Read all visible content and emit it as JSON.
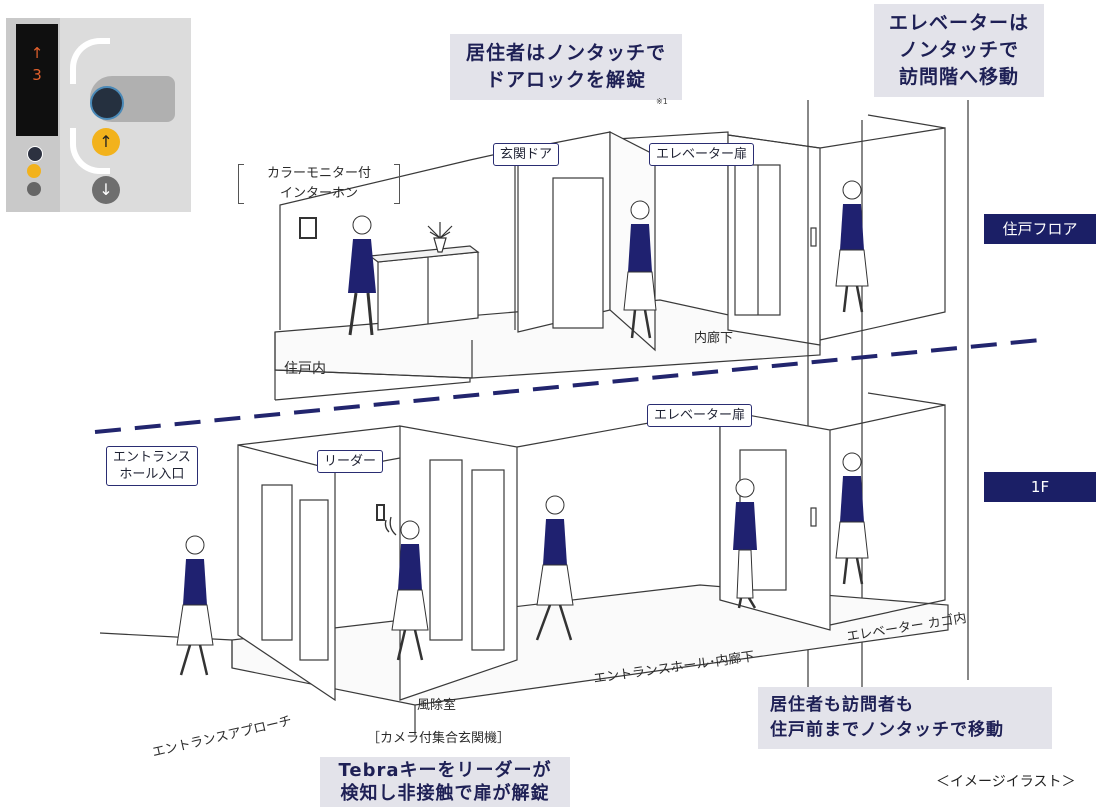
{
  "panel": {
    "display_arrow": "↑",
    "display_digit": "3"
  },
  "callouts": {
    "resident_unlock": [
      "居住者はノンタッチで",
      "ドアロックを解錠"
    ],
    "note_mark": "※1",
    "elevator_move": [
      "エレベーターは",
      "ノンタッチで",
      "訪問階へ移動"
    ],
    "tebra_unlock": [
      "Tebraキーをリーダーが",
      "検知し非接触で扉が解錠"
    ],
    "nontouch_move": [
      "居住者も訪問者も",
      "住戸前までノンタッチで移動"
    ]
  },
  "floors": {
    "upper": "住戸フロア",
    "ground": "1F"
  },
  "tags": {
    "entrance_door": "玄関ドア",
    "elevator_door_upper": "エレベーター扉",
    "elevator_door_lower": "エレベーター扉",
    "entrance_hall": [
      "エントランス",
      "ホール入口"
    ],
    "reader": "リーダー"
  },
  "labels": {
    "intercom": [
      "カラーモニター付",
      "インターホン"
    ],
    "dwelling_interior": "住戸内",
    "inner_corridor": "内廊下",
    "elevator_car": "エレベーター カゴ内",
    "entrance_hall_corridor": "エントランスホール･内廊下",
    "windbreak_room": "風除室",
    "entrance_approach": "エントランスアプローチ",
    "entrance_unit": "［カメラ付集合玄関機］"
  },
  "caption": "＜イメージイラスト＞",
  "colors": {
    "navy": "#1b1f66",
    "accent_yellow": "#f2b21c",
    "callout_bg": "#e3e3ea"
  }
}
